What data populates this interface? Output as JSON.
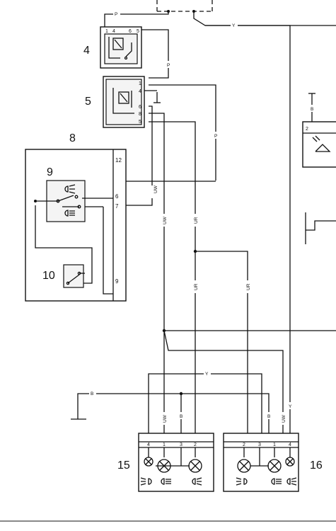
{
  "components": {
    "c4": "4",
    "c5": "5",
    "c8": "8",
    "c9": "9",
    "c10": "10",
    "c15": "15",
    "c16": "16"
  },
  "pins": {
    "relay4": [
      "1",
      "4",
      "6",
      "5"
    ],
    "relay5": [
      "1",
      "4",
      "6",
      "8",
      "5"
    ],
    "unit8": [
      "12",
      "6",
      "7",
      "9"
    ],
    "lamp15": [
      "4",
      "1",
      "3",
      "2"
    ],
    "lamp16": [
      "2",
      "3",
      "1",
      "4"
    ],
    "right_box": "2"
  },
  "wire_labels": {
    "p": "P",
    "y": "Y",
    "b": "B",
    "uw": "UW",
    "ur": "UR"
  }
}
